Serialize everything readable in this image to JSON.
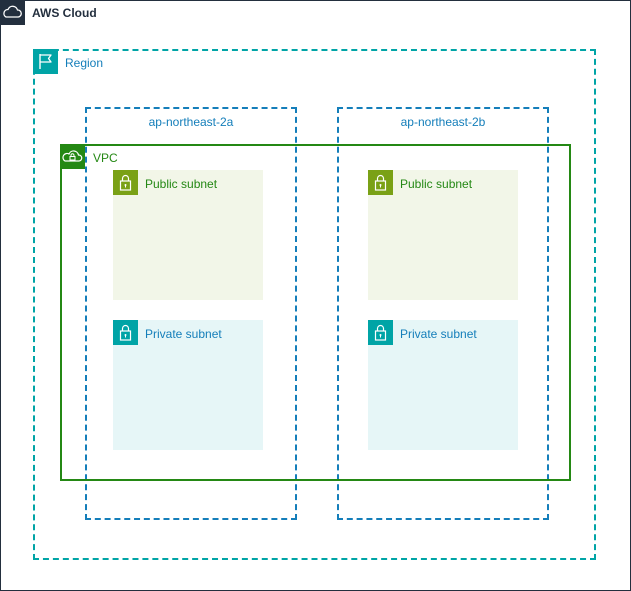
{
  "colors": {
    "aws_cloud": "#232f3e",
    "region": "#00a4a6",
    "availability_zone": "#147eba",
    "vpc": "#248814",
    "public_subnet_icon": "#7aa116",
    "public_subnet_fill": "#f2f6e8",
    "private_subnet_icon": "#00a4a6",
    "private_subnet_fill": "#e6f6f7"
  },
  "aws_cloud": {
    "label": "AWS Cloud",
    "icon": "cloud-icon"
  },
  "region": {
    "label": "Region",
    "icon": "flag-icon"
  },
  "availability_zones": [
    {
      "label": "ap-northeast-2a"
    },
    {
      "label": "ap-northeast-2b"
    }
  ],
  "vpc": {
    "label": "VPC",
    "icon": "vpc-cloud-lock-icon"
  },
  "subnets": {
    "public": {
      "label": "Public subnet",
      "icon": "lock-icon"
    },
    "private": {
      "label": "Private subnet",
      "icon": "lock-icon"
    }
  }
}
